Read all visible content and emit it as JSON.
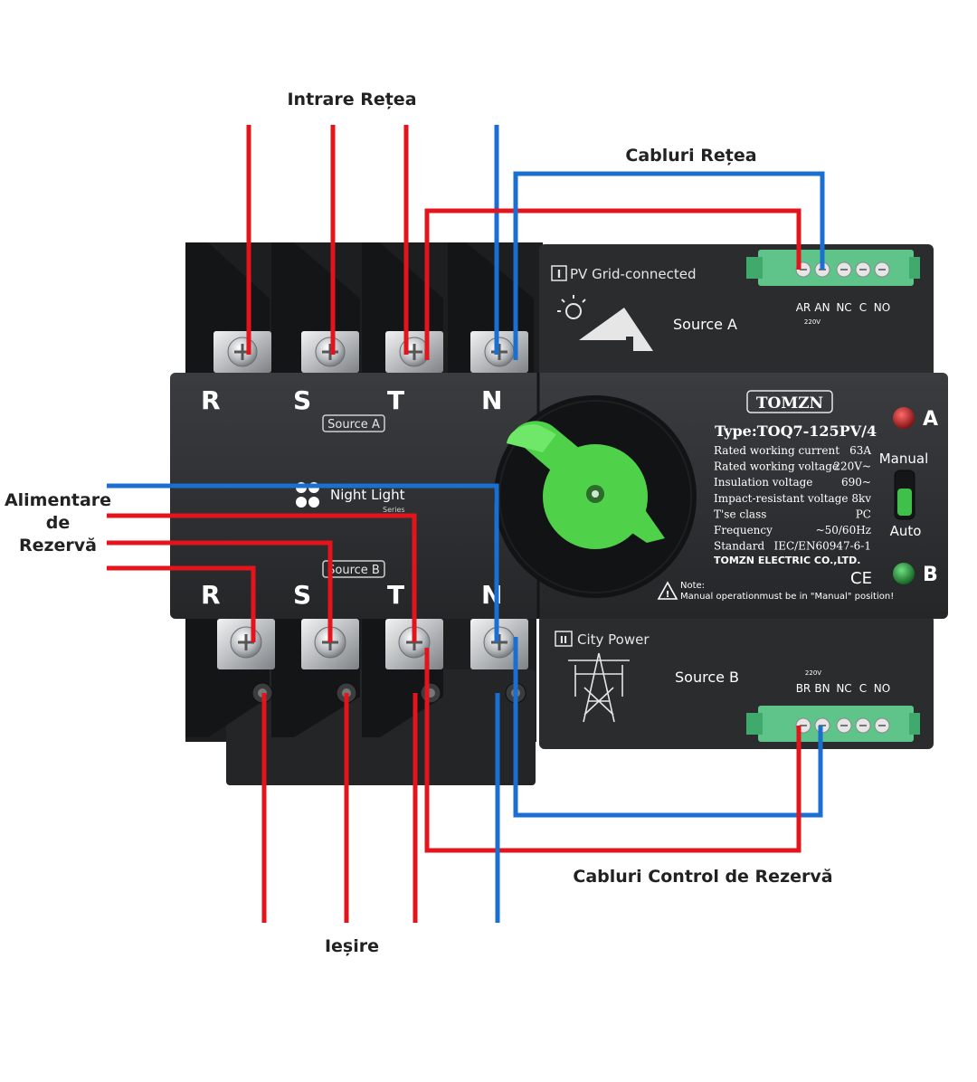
{
  "labels": {
    "grid_input": "Intrare Rețea",
    "grid_cables": "Cabluri Rețea",
    "backup_supply_1": "Alimentare",
    "backup_supply_2": "de",
    "backup_supply_3": "Rezervă",
    "backup_control_cables": "Cabluri Control de Rezervă",
    "output": "Ieșire"
  },
  "device": {
    "top_terminals": [
      "R",
      "S",
      "T",
      "N"
    ],
    "bottom_terminals": [
      "R",
      "S",
      "T",
      "N"
    ],
    "source_a_tag": "Source A",
    "source_b_tag": "Source B",
    "night_light": "Night Light",
    "night_light_series": "Series",
    "pv_module_label": "PV Grid-connected",
    "pv_module_num": "I",
    "pv_source": "Source A",
    "city_module_label": "City Power",
    "city_module_num": "II",
    "city_source": "Source B",
    "top_connector_pins": [
      "AR",
      "AN",
      "NC",
      "C",
      "NO"
    ],
    "bottom_connector_pins": [
      "BR",
      "BN",
      "NC",
      "C",
      "NO"
    ],
    "connector_voltage": "220V",
    "brand": "TOMZN",
    "type": "Type:TOQ7-125PV/4",
    "specs": [
      {
        "k": "Rated working current",
        "v": "63A"
      },
      {
        "k": "Rated working voltage",
        "v": "220V~"
      },
      {
        "k": "Insulation voltage",
        "v": "690~"
      },
      {
        "k": "Impact-resistant voltage",
        "v": "8kv"
      },
      {
        "k": "T'se class",
        "v": "PC"
      },
      {
        "k": "Frequency",
        "v": "~50/60Hz"
      },
      {
        "k": "Standard",
        "v": "IEC/EN60947-6-1"
      }
    ],
    "manufacturer": "TOMZN ELECTRIC CO.,LTD.",
    "ce": "CE",
    "note_title": "Note:",
    "note_text": "Manual operationmust be in \"Manual\" position!",
    "indicator_a": "A",
    "indicator_b": "B",
    "switch_manual": "Manual",
    "switch_auto": "Auto"
  },
  "colors": {
    "phase_wire": "#e3141b",
    "neutral_wire": "#1a6fd0",
    "body": "#2b2d2f",
    "connector": "#5fc48a",
    "handle": "#4fd24a",
    "led_a": "#d0161a",
    "led_b": "#1f9a35"
  },
  "icons": [
    "info-icon",
    "sun-house-icon",
    "pylon-icon",
    "warning-icon",
    "ce-mark-icon",
    "night-light-icon"
  ]
}
